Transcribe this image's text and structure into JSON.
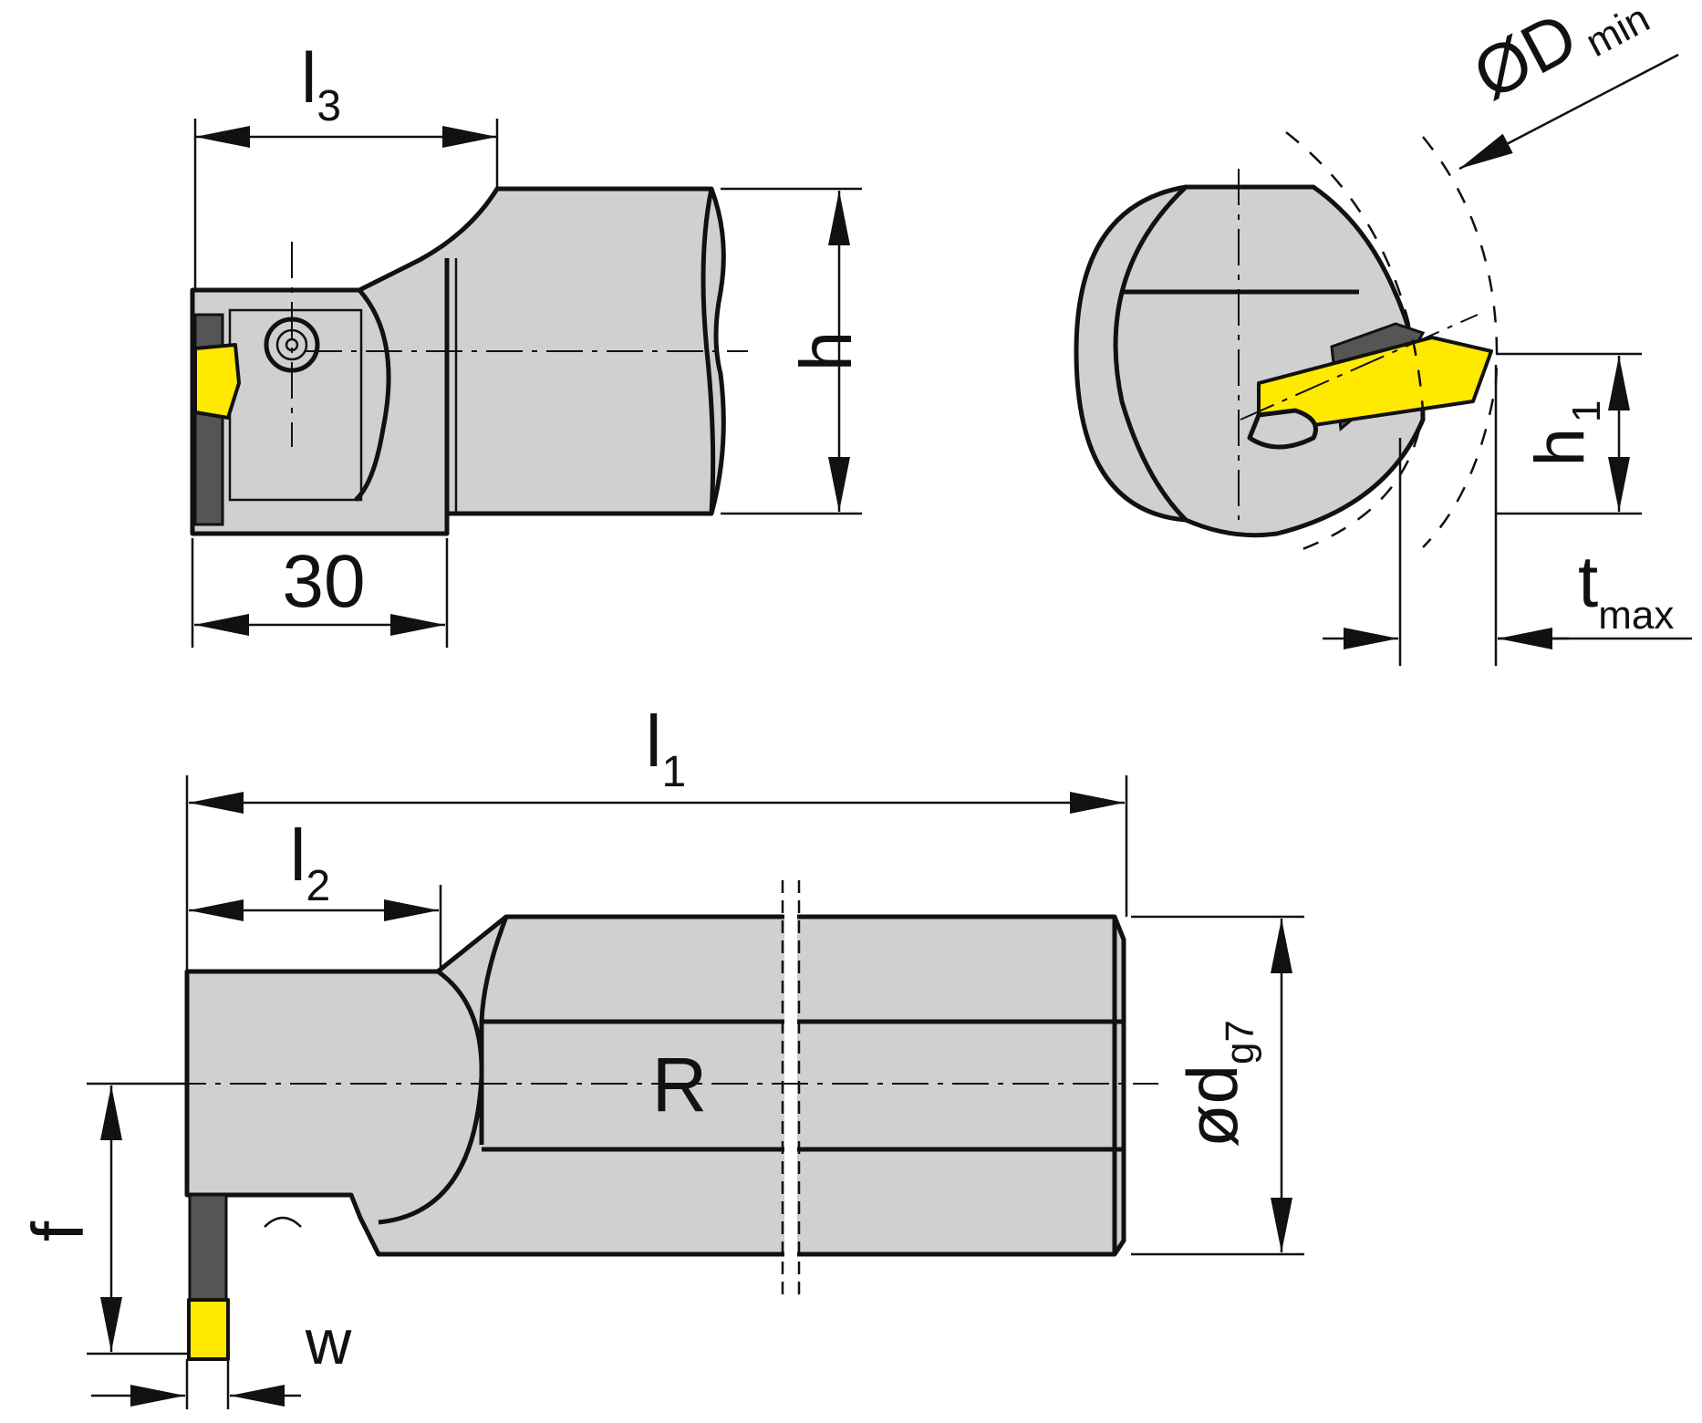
{
  "colors": {
    "body": "#d0d0d0",
    "insert": "#ffe900",
    "line": "#111111",
    "background": "#ffffff"
  },
  "labels": {
    "l3": {
      "main": "l",
      "sub": "3"
    },
    "h": "h",
    "dim30": "30",
    "dmin": {
      "main": "ØD",
      "sub": "min"
    },
    "h1": {
      "main": "h",
      "sub": "1"
    },
    "tmax": {
      "main": "t",
      "sub": "max"
    },
    "l1": {
      "main": "l",
      "sub": "1"
    },
    "l2": {
      "main": "l",
      "sub": "2"
    },
    "r": "R",
    "dg7": {
      "main": "ød",
      "sub": "g7"
    },
    "f": "f",
    "w": "w"
  }
}
